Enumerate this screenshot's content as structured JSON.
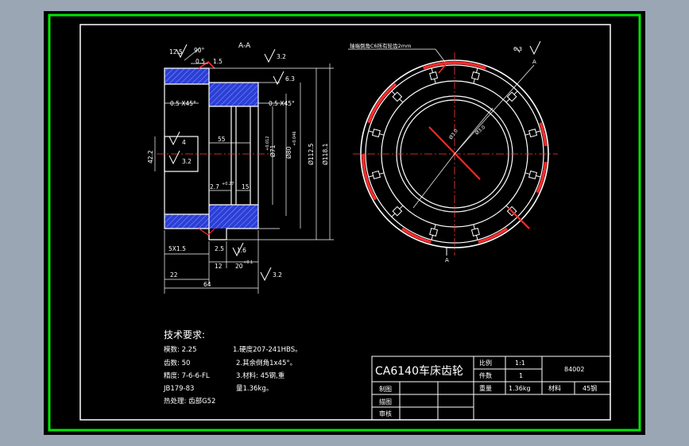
{
  "section_label": "A-A",
  "section_marker": "A",
  "angle_label": "90°",
  "dims": {
    "d1": "0.5",
    "d2": "1.5",
    "d3": "0.5 X45°",
    "d4": "0.5 X45°",
    "d5": "55",
    "d6": "2.7",
    "d7": "15",
    "d8": "Ø71",
    "d9": "Ø80",
    "d10": "Ø112.5",
    "d11": "Ø118.1",
    "d12": "5X1.5",
    "d13": "2.5",
    "d14": "12",
    "d15": "20",
    "d16": "22",
    "d17": "64",
    "d18": "42.2",
    "d19": "4",
    "d20": "3.2",
    "d21": "Ø3.0",
    "d22": "Ø3.0"
  },
  "tolerances": {
    "t1": "+0.27",
    "t2": "+0.1",
    "t3": "+0.012",
    "t4": "+0.046"
  },
  "roughness": {
    "r1": "3.2",
    "r2": "6.3",
    "r3": "1.6",
    "r4": "3.2",
    "r5": "12.5"
  },
  "right_note": "轴端倒角C6所有轮齿2mm",
  "right_roughness": "6.3",
  "tech": {
    "title": "技术要求:",
    "params": [
      "模数: 2.25",
      "齿数: 50",
      "精度: 7-6-6-FL",
      "JB179-83",
      "热处理: 齿部G52"
    ],
    "reqs": [
      "1.硬度207-241HBS。",
      "2.其余倒角1x45°。",
      "3.材料: 45钢,重",
      "量1.36kg。"
    ]
  },
  "title_block": {
    "name": "CA6140车床齿轮",
    "scale_label": "比例",
    "scale_value": "1:1",
    "qty_label": "件数",
    "qty_value": "1",
    "drawing_no": "84002",
    "weight_label": "重量",
    "weight_value": "1.36kg",
    "material_label": "材料",
    "material_value": "45钢",
    "drawn_label": "制图",
    "desc_label": "描图",
    "review_label": "审核"
  },
  "colors": {
    "frame_green": "#00e600",
    "highlight": "#ff1a1a",
    "hatch": "#2c3fd6",
    "sheet": "#000000"
  }
}
